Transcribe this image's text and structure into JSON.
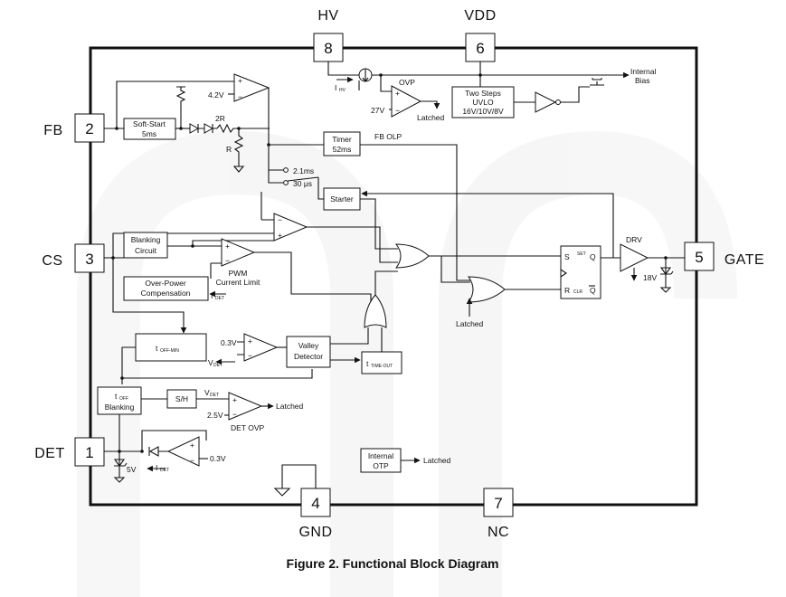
{
  "pins": {
    "hv": {
      "num": "8",
      "name": "HV"
    },
    "vdd": {
      "num": "6",
      "name": "VDD"
    },
    "fb": {
      "num": "2",
      "name": "FB"
    },
    "cs": {
      "num": "3",
      "name": "CS"
    },
    "gate": {
      "num": "5",
      "name": "GATE"
    },
    "det": {
      "num": "1",
      "name": "DET"
    },
    "gnd": {
      "num": "4",
      "name": "GND"
    },
    "nc": {
      "num": "7",
      "name": "NC"
    }
  },
  "blocks": {
    "soft_start": [
      "Soft-Start",
      "5ms"
    ],
    "timer": [
      "Timer",
      "52ms"
    ],
    "starter": "Starter",
    "blanking_circuit": [
      "Blanking",
      "Circuit"
    ],
    "over_power": [
      "Over-Power",
      "Compensation"
    ],
    "toff_min": {
      "main": "t",
      "sub": "OFF-MIN"
    },
    "valley_detector": [
      "Valley",
      "Detector"
    ],
    "time_out": {
      "main": "t",
      "sub": "TIME-OUT"
    },
    "toff_blanking": {
      "main": "t",
      "sub": "OFF",
      "line2": "Blanking"
    },
    "sh": "S/H",
    "internal_otp": [
      "Internal",
      "OTP"
    ],
    "two_steps_uvlo": [
      "Two Steps",
      "UVLO",
      "16V/10V/8V"
    ],
    "sr_latch": {
      "s": "S",
      "r": "R",
      "q": "Q",
      "qbar": "Q",
      "set": "SET",
      "clr": "CLR"
    }
  },
  "labels": {
    "v42": "4.2V",
    "r2": "2R",
    "r": "R",
    "t21": "2.1ms",
    "t30": "30 μs",
    "fb_olp": "FB OLP",
    "pwm": [
      "PWM",
      "Current Limit"
    ],
    "idet": {
      "main": "I",
      "sub": "DET"
    },
    "ihv": {
      "main": "I",
      "sub": "HV"
    },
    "v27": "27V",
    "ovp": "OVP",
    "latched": "Latched",
    "internal_bias": [
      "Internal",
      "Bias"
    ],
    "drv": "DRV",
    "v18": "18V",
    "v03": "0.3V",
    "vdet": {
      "main": "V",
      "sub": "DET"
    },
    "v25": "2.5V",
    "det_ovp": "DET OVP",
    "v5": "5V"
  },
  "caption": "Figure 2.   Functional Block Diagram"
}
